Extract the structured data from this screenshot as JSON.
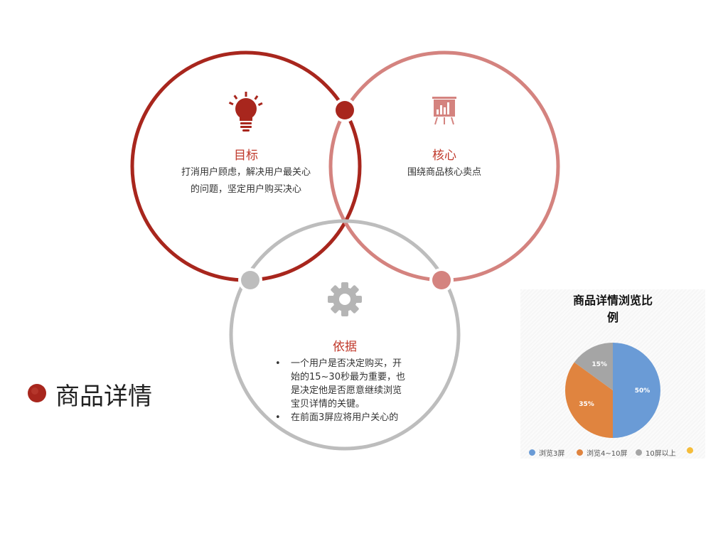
{
  "diagram": {
    "goal": {
      "title": "目标",
      "lines": [
        "打消用户顾虑，解决用户最关心",
        "的问题，坚定用户购买决心"
      ]
    },
    "core": {
      "title": "核心",
      "lines": [
        "围绕商品核心卖点"
      ]
    },
    "basis": {
      "title": "依据",
      "bullets": [
        [
          "一个用户是否决定购买，开",
          "始的15~30秒最为重要，也",
          "是决定他是否愿意继续浏览",
          "宝贝详情的关键。"
        ],
        [
          "在前面3屏应将用户关心的"
        ]
      ]
    },
    "colors": {
      "dark_red": "#a8261d",
      "pink": "#d4837f",
      "gray": "#bdbdbd",
      "title_red": "#c0392b"
    },
    "icons": {
      "goal": "lightbulb-icon",
      "core": "presentation-chart-icon",
      "basis": "gear-icon"
    }
  },
  "side_heading": "商品详情",
  "chart_data": {
    "type": "pie",
    "title": "商品详情浏览比例",
    "title_lines": [
      "商品详情浏览比",
      "例"
    ],
    "slices": [
      {
        "name": "浏览3屏",
        "value": 50,
        "label": "50%",
        "color": "#6a9bd6"
      },
      {
        "name": "浏览4~10屏",
        "value": 35,
        "label": "35%",
        "color": "#e0843f"
      },
      {
        "name": "10屏以上",
        "value": 15,
        "label": "15%",
        "color": "#a5a5a5"
      },
      {
        "name": "",
        "value": 0,
        "label": "",
        "color": "#f5bd3a"
      }
    ],
    "legend_position": "bottom"
  }
}
